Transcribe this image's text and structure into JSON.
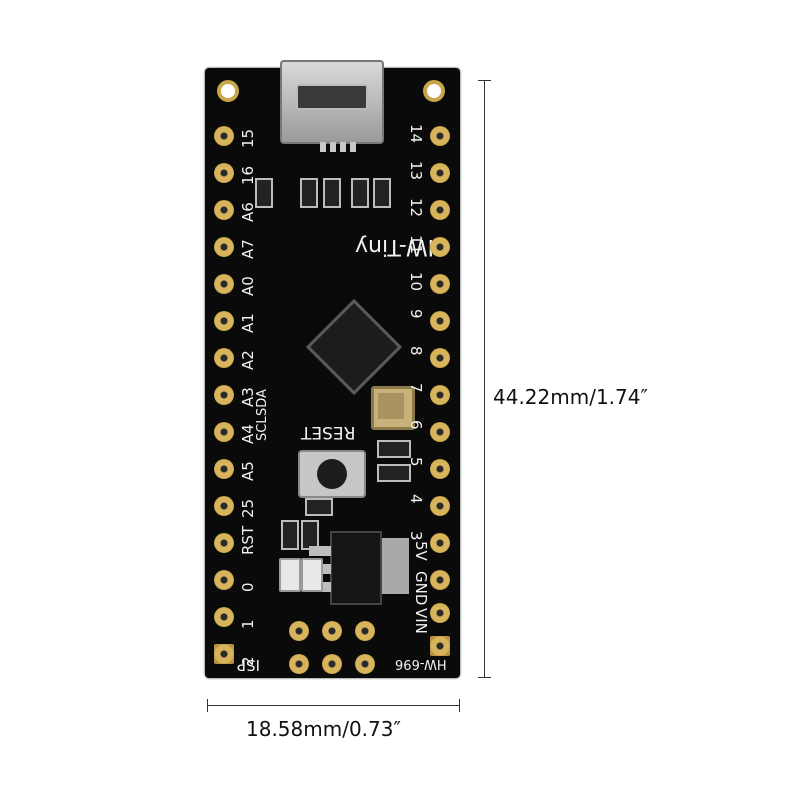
{
  "board": {
    "name": "HW-Tiny",
    "model": "HW-696",
    "reset_label": "RESET",
    "isp_label": "ISP",
    "left_pins": [
      "15",
      "16",
      "A6",
      "A7",
      "A0",
      "A1",
      "A2",
      "A3",
      "A4",
      "A5",
      "25",
      "RST",
      "0",
      "1",
      "2"
    ],
    "left_sub_labels": [
      "SCL",
      "SDA"
    ],
    "right_pins": [
      "14",
      "13",
      "12",
      "11",
      "10",
      "9",
      "8",
      "7",
      "6",
      "5",
      "4",
      "3"
    ],
    "power_labels": [
      "5V",
      "GND",
      "VIN"
    ]
  },
  "dimensions": {
    "height": "44.22mm/1.74″",
    "width": "18.58mm/0.73″"
  }
}
